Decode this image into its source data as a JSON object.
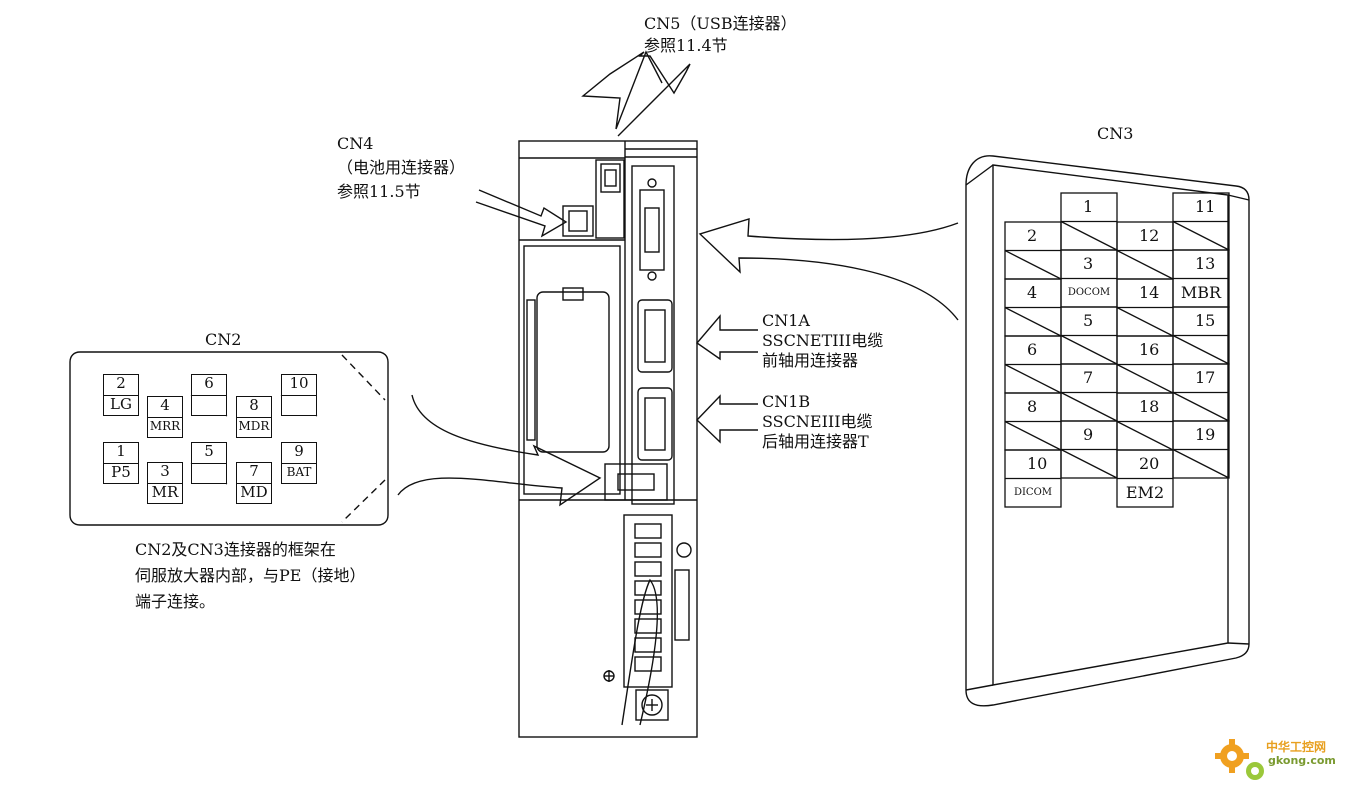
{
  "labels": {
    "cn5_line1": "CN5（USB连接器）",
    "cn5_line2": "参照11.4节",
    "cn4_line1": "CN4",
    "cn4_line2": "（电池用连接器）",
    "cn4_line3": "参照11.5节",
    "cn3_title": "CN3",
    "cn2_title": "CN2",
    "cn1a_line1": "CN1A",
    "cn1a_line2": "SSCNETIII电缆",
    "cn1a_line3": "前轴用连接器",
    "cn1b_line1": "CN1B",
    "cn1b_line2": "SSCNEIII电缆",
    "cn1b_line3": "后轴用连接器T",
    "note_line1": "CN2及CN3连接器的框架在",
    "note_line2": "伺服放大器内部，与PE（接地）",
    "note_line3": "端子连接。"
  },
  "cn2_pins": [
    {
      "num": "2",
      "sig": "LG"
    },
    {
      "num": "4",
      "sig": "MRR"
    },
    {
      "num": "6",
      "sig": ""
    },
    {
      "num": "8",
      "sig": "MDR"
    },
    {
      "num": "10",
      "sig": ""
    },
    {
      "num": "1",
      "sig": "P5"
    },
    {
      "num": "3",
      "sig": "MR"
    },
    {
      "num": "5",
      "sig": ""
    },
    {
      "num": "7",
      "sig": "MD"
    },
    {
      "num": "9",
      "sig": "BAT"
    }
  ],
  "cn3_pins": {
    "col_a": [
      {
        "num": "2",
        "sig": ""
      },
      {
        "num": "4",
        "sig": ""
      },
      {
        "num": "6",
        "sig": ""
      },
      {
        "num": "8",
        "sig": ""
      },
      {
        "num": "10",
        "sig": "DICOM"
      }
    ],
    "col_b": [
      {
        "num": "1",
        "sig": ""
      },
      {
        "num": "3",
        "sig": "DOCOM"
      },
      {
        "num": "5",
        "sig": ""
      },
      {
        "num": "7",
        "sig": ""
      },
      {
        "num": "9",
        "sig": ""
      }
    ],
    "col_c": [
      {
        "num": "12",
        "sig": ""
      },
      {
        "num": "14",
        "sig": ""
      },
      {
        "num": "16",
        "sig": ""
      },
      {
        "num": "18",
        "sig": ""
      },
      {
        "num": "20",
        "sig": "EM2"
      }
    ],
    "col_d": [
      {
        "num": "11",
        "sig": ""
      },
      {
        "num": "13",
        "sig": "MBR"
      },
      {
        "num": "15",
        "sig": ""
      },
      {
        "num": "17",
        "sig": ""
      },
      {
        "num": "19",
        "sig": ""
      }
    ]
  },
  "watermark": {
    "line1": "中华工控网",
    "line2": "gkong.com",
    "color": "#e8a020"
  }
}
